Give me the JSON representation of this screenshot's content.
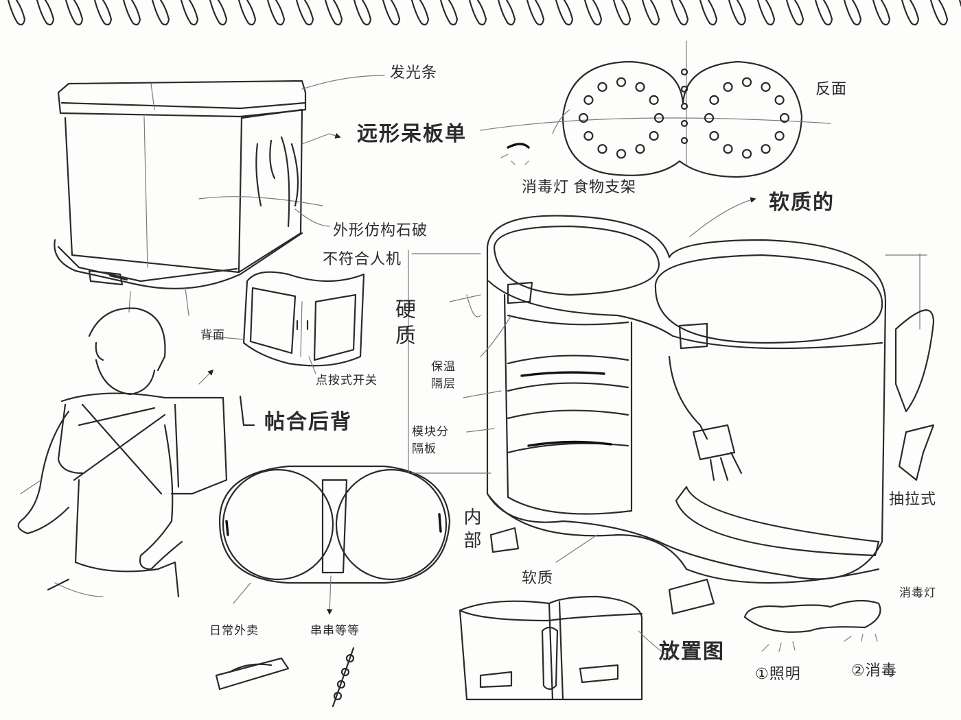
{
  "labels": {
    "fa_guang_tiao": "发光条",
    "yuan_xing_pi_ban_dan": "远形呆板单",
    "wai_xing_tu_po": "外形仿构石破",
    "bu_fu_he_ren_ji": "不符合人机",
    "bei_mian": "背面",
    "dian_an_shi_kai_guan": "点按式开关",
    "tie_he_hou_bei": "帖合后背",
    "ri_chang_wai_mai": "日常外卖",
    "chuan_chuan_deng": "串串等等",
    "fan_mian": "反面",
    "xiao_du_deng_top": "消毒灯",
    "shi_wu_zhi_jia": "食物支架",
    "ruan_zhi": "软质的",
    "ying_zhi": "硬质",
    "bao_wen_ge_ceng": "保温隔层",
    "ke_chai_fen_ge_ban": "模块分隔板",
    "nei_bu": "内部",
    "chou_la_shi": "抽拉式",
    "ruan_zhi_bottom": "软质",
    "fang_zhi_tu": "放置图",
    "xiao_du_deng": "消毒灯",
    "zhao_ming": "①照明",
    "xiao_du": "②消毒"
  },
  "colors": {
    "ink": "#2a2a2a",
    "paper": "#fdfdfc",
    "shade": "#9a9a9a"
  },
  "icons": [
    "spiral-binding-ring-icon",
    "arrow-pointer-icon",
    "light-rays-icon"
  ]
}
